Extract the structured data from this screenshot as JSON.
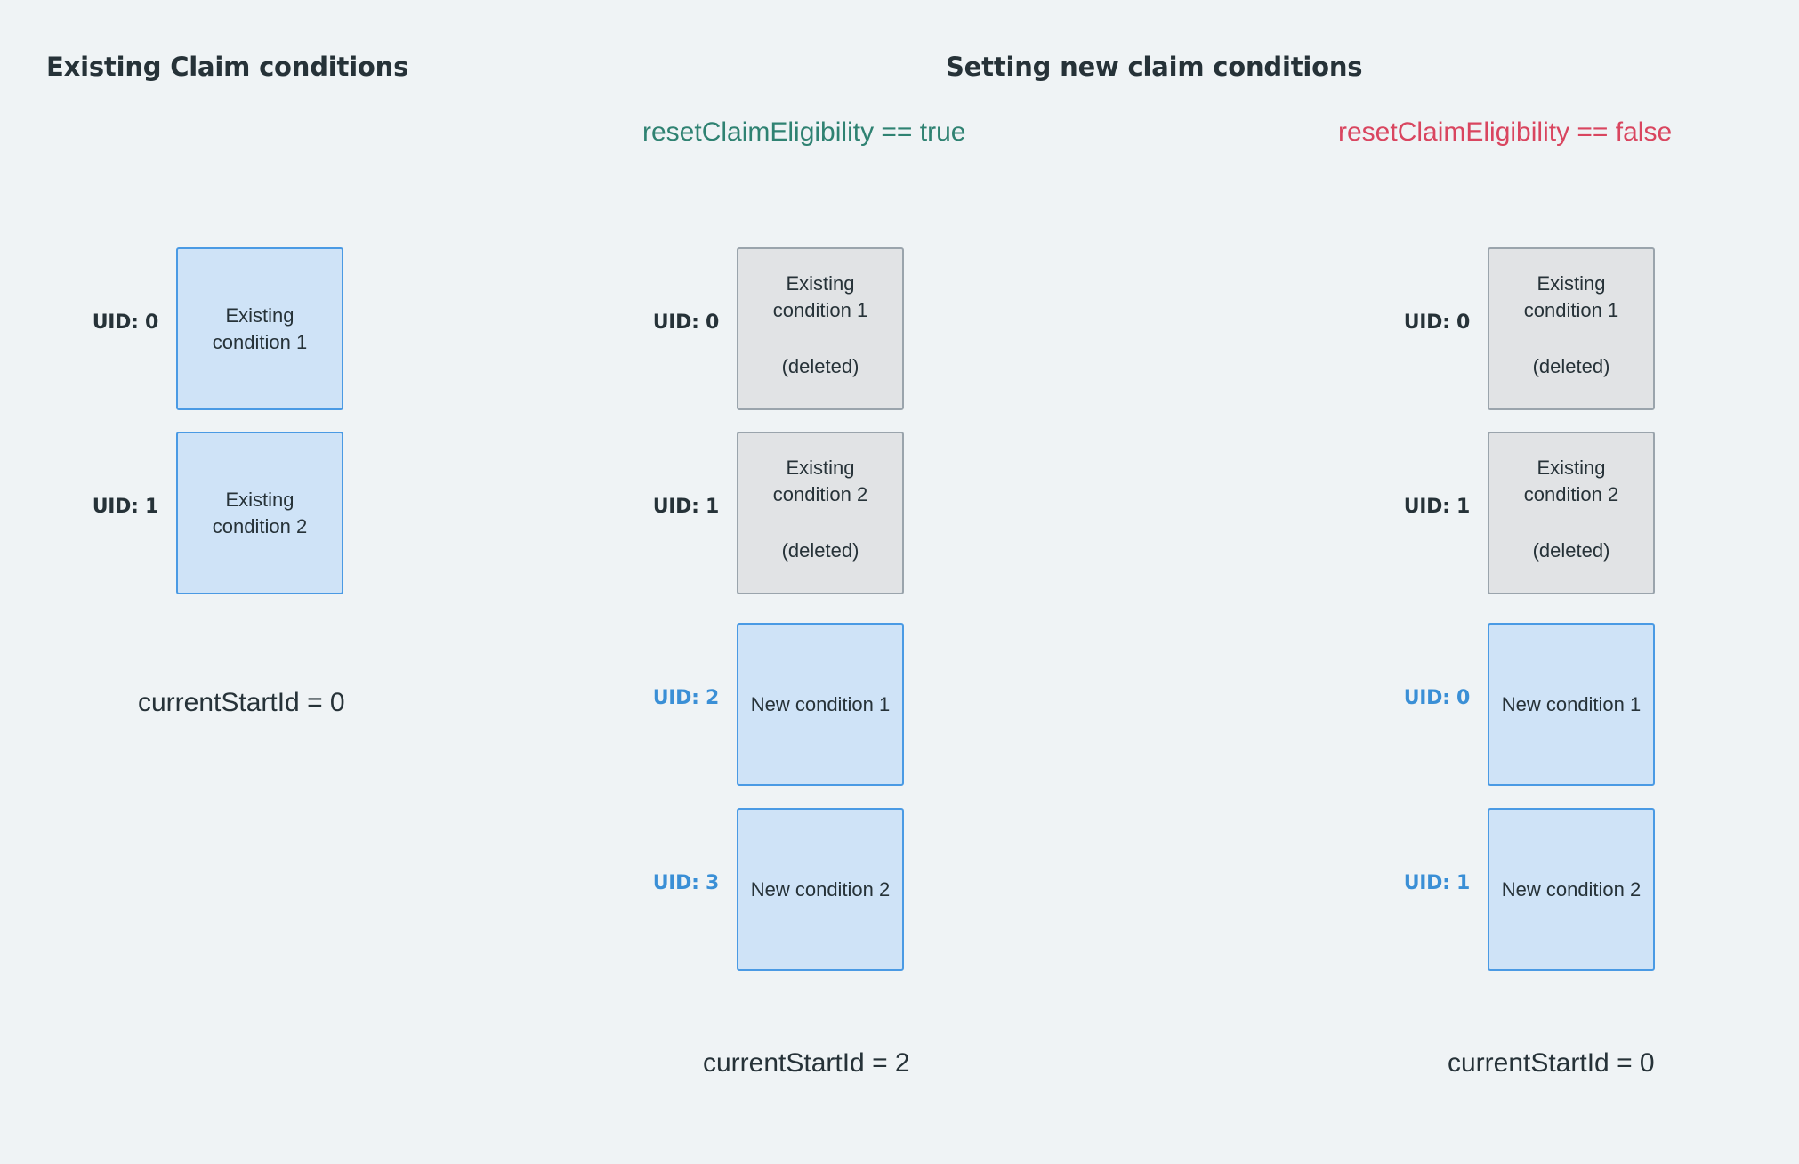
{
  "background_color": "#eff3f5",
  "palette": {
    "blue_border": "#4a9ae4",
    "blue_fill": "#cfe3f7",
    "gray_border": "#9aa4ac",
    "gray_fill": "#e1e3e5",
    "text_dark": "#263238",
    "accent_blue": "#3a8fd6",
    "green": "#2f8272",
    "red": "#d9455f"
  },
  "headings": {
    "existing": "Existing Claim conditions",
    "setting": "Setting new claim conditions"
  },
  "flags": {
    "reset_true": "resetClaimEligibility == true",
    "reset_false": "resetClaimEligibility == false"
  },
  "columns": {
    "existing": {
      "boxes": [
        {
          "uid": "UID: 0",
          "uid_style": "dark",
          "style": "blue",
          "text": "Existing condition 1",
          "sub": ""
        },
        {
          "uid": "UID: 1",
          "uid_style": "dark",
          "style": "blue",
          "text": "Existing condition 2",
          "sub": ""
        }
      ],
      "start_id": "currentStartId = 0"
    },
    "reset_true": {
      "boxes": [
        {
          "uid": "UID: 0",
          "uid_style": "dark",
          "style": "gray",
          "text": "Existing condition 1",
          "sub": "(deleted)"
        },
        {
          "uid": "UID: 1",
          "uid_style": "dark",
          "style": "gray",
          "text": "Existing condition 2",
          "sub": "(deleted)"
        },
        {
          "uid": "UID: 2",
          "uid_style": "accent",
          "style": "blue",
          "text": "New condition 1",
          "sub": ""
        },
        {
          "uid": "UID: 3",
          "uid_style": "accent",
          "style": "blue",
          "text": "New condition 2",
          "sub": ""
        }
      ],
      "start_id": "currentStartId = 2"
    },
    "reset_false": {
      "boxes": [
        {
          "uid": "UID: 0",
          "uid_style": "dark",
          "style": "gray",
          "text": "Existing condition 1",
          "sub": "(deleted)"
        },
        {
          "uid": "UID: 1",
          "uid_style": "dark",
          "style": "gray",
          "text": "Existing condition 2",
          "sub": "(deleted)"
        },
        {
          "uid": "UID: 0",
          "uid_style": "accent",
          "style": "blue",
          "text": "New condition 1",
          "sub": ""
        },
        {
          "uid": "UID: 1",
          "uid_style": "accent",
          "style": "blue",
          "text": "New condition 2",
          "sub": ""
        }
      ],
      "start_id": "currentStartId = 0"
    }
  }
}
